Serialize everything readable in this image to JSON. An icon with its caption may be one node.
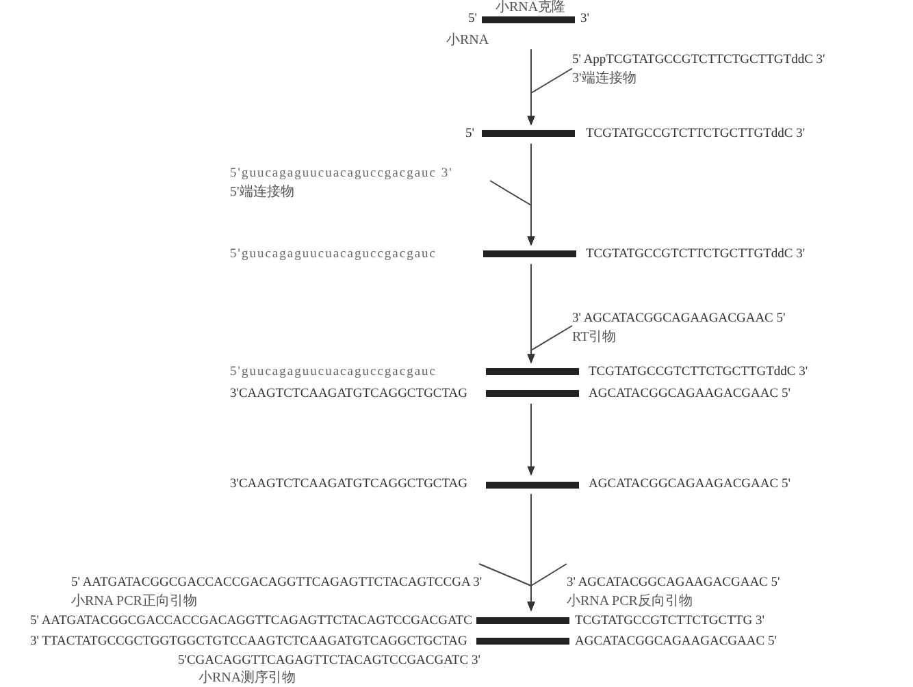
{
  "diagram": {
    "nodes": [
      {
        "text": [
          "5'",
          "3'"
        ],
        "beside": [
          "小RNA克隆",
          "小RNA"
        ]
      },
      {
        "text": [
          "5' AppTCGTATGCCGTCTTCTGCTTGTddC 3'",
          "3'端连接物"
        ]
      },
      {
        "text": [
          "5'",
          "TCGTATGCCGTCTTCTGCTTGTddC 3'"
        ]
      },
      {
        "text": [
          "5'guucagaguucuacaguccgacgauc 3'",
          "5'端连接物"
        ]
      },
      {
        "text": [
          "5'guucagaguucuacaguccgacgauc",
          "TCGTATGCCGTCTTCTGCTTGTddC 3'"
        ]
      },
      {
        "text": [
          "3' AGCATACGGCAGAAGACGAAC 5'",
          "RT引物"
        ]
      },
      {
        "text": [
          "5'guucagaguucuacaguccgacgauc",
          "TCGTATGCCGTCTTCTGCTTGTddC 3'",
          "3'CAAGTCTCAAGATGTCAGGCTGCTAG",
          "AGCATACGGCAGAAGACGAAC 5'"
        ]
      },
      {
        "text": [
          "3'CAAGTCTCAAGATGTCAGGCTGCTAG",
          "AGCATACGGCAGAAGACGAAC 5'"
        ]
      },
      {
        "text": [
          "5' AATGATACGGCGACCACCGACAGGTTCAGAGTTCTACAGTCCGA 3'",
          "小RNA PCR正向引物"
        ]
      },
      {
        "text": [
          "3' AGCATACGGCAGAAGACGAAC 5'",
          "小RNA PCR反向引物"
        ]
      },
      {
        "text": [
          "5' AATGATACGGCGACCACCGACAGGTTCAGAGTTCTACAGTCCGACGATC",
          "TCGTATGCCGTCTTCTGCTTG 3'",
          "3' TTACTATGCCGCTGGTGGCTGTCCAAGTCTCAAGATGTCAGGCTGCTAG",
          "AGCATACGGCAGAAGACGAAC 5'"
        ],
        "beside": [
          "5'CGACAGGTTCAGAGTTCTACAGTCCGACGATC 3'",
          "小RNA测序引物"
        ]
      }
    ],
    "edges": [
      {
        "from": 0,
        "to": 2,
        "arrow": "to"
      },
      {
        "from": 1,
        "to": 2,
        "arrow": "to"
      },
      {
        "from": 2,
        "to": 4,
        "arrow": "to"
      },
      {
        "from": 3,
        "to": 4,
        "arrow": "to"
      },
      {
        "from": 4,
        "to": 6,
        "arrow": "to"
      },
      {
        "from": 5,
        "to": 6,
        "arrow": "to"
      },
      {
        "from": 6,
        "to": 7,
        "arrow": "to"
      },
      {
        "from": 7,
        "to": 10,
        "arrow": "to"
      },
      {
        "from": 8,
        "to": 10,
        "arrow": "to"
      },
      {
        "from": 9,
        "to": 10,
        "arrow": "to"
      }
    ]
  }
}
